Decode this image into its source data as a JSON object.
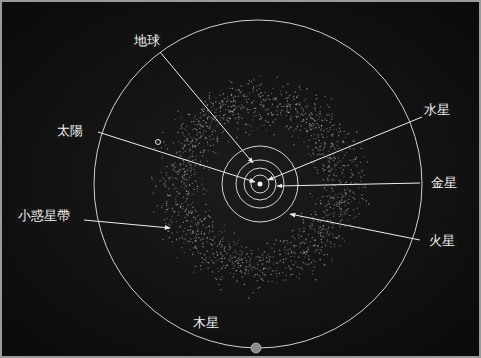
{
  "diagram": {
    "labels": [
      "地球",
      "太陽",
      "水星",
      "金星",
      "小惑星帶",
      "火星",
      "木星"
    ]
  }
}
